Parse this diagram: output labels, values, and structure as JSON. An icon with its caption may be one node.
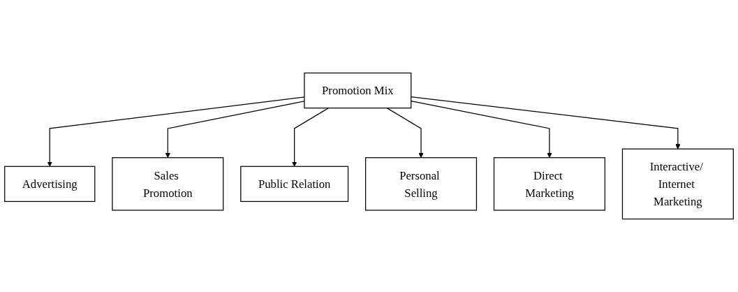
{
  "diagram": {
    "nodes": [
      {
        "text": [
          "Promotion Mix"
        ]
      },
      {
        "text": [
          "Advertising"
        ]
      },
      {
        "text": [
          "Sales Promotion"
        ]
      },
      {
        "text": [
          "Public Relation"
        ]
      },
      {
        "text": [
          "Personal Selling"
        ]
      },
      {
        "text": [
          "Direct Marketing"
        ]
      },
      {
        "text": [
          "Interactive/ Internet Marketing"
        ]
      }
    ],
    "edges": [
      {
        "from": 0,
        "to": 1,
        "arrow": "to"
      },
      {
        "from": 0,
        "to": 2,
        "arrow": "to"
      },
      {
        "from": 0,
        "to": 3,
        "arrow": "to"
      },
      {
        "from": 0,
        "to": 4,
        "arrow": "to"
      },
      {
        "from": 0,
        "to": 5,
        "arrow": "to"
      },
      {
        "from": 0,
        "to": 6,
        "arrow": "to"
      }
    ]
  }
}
